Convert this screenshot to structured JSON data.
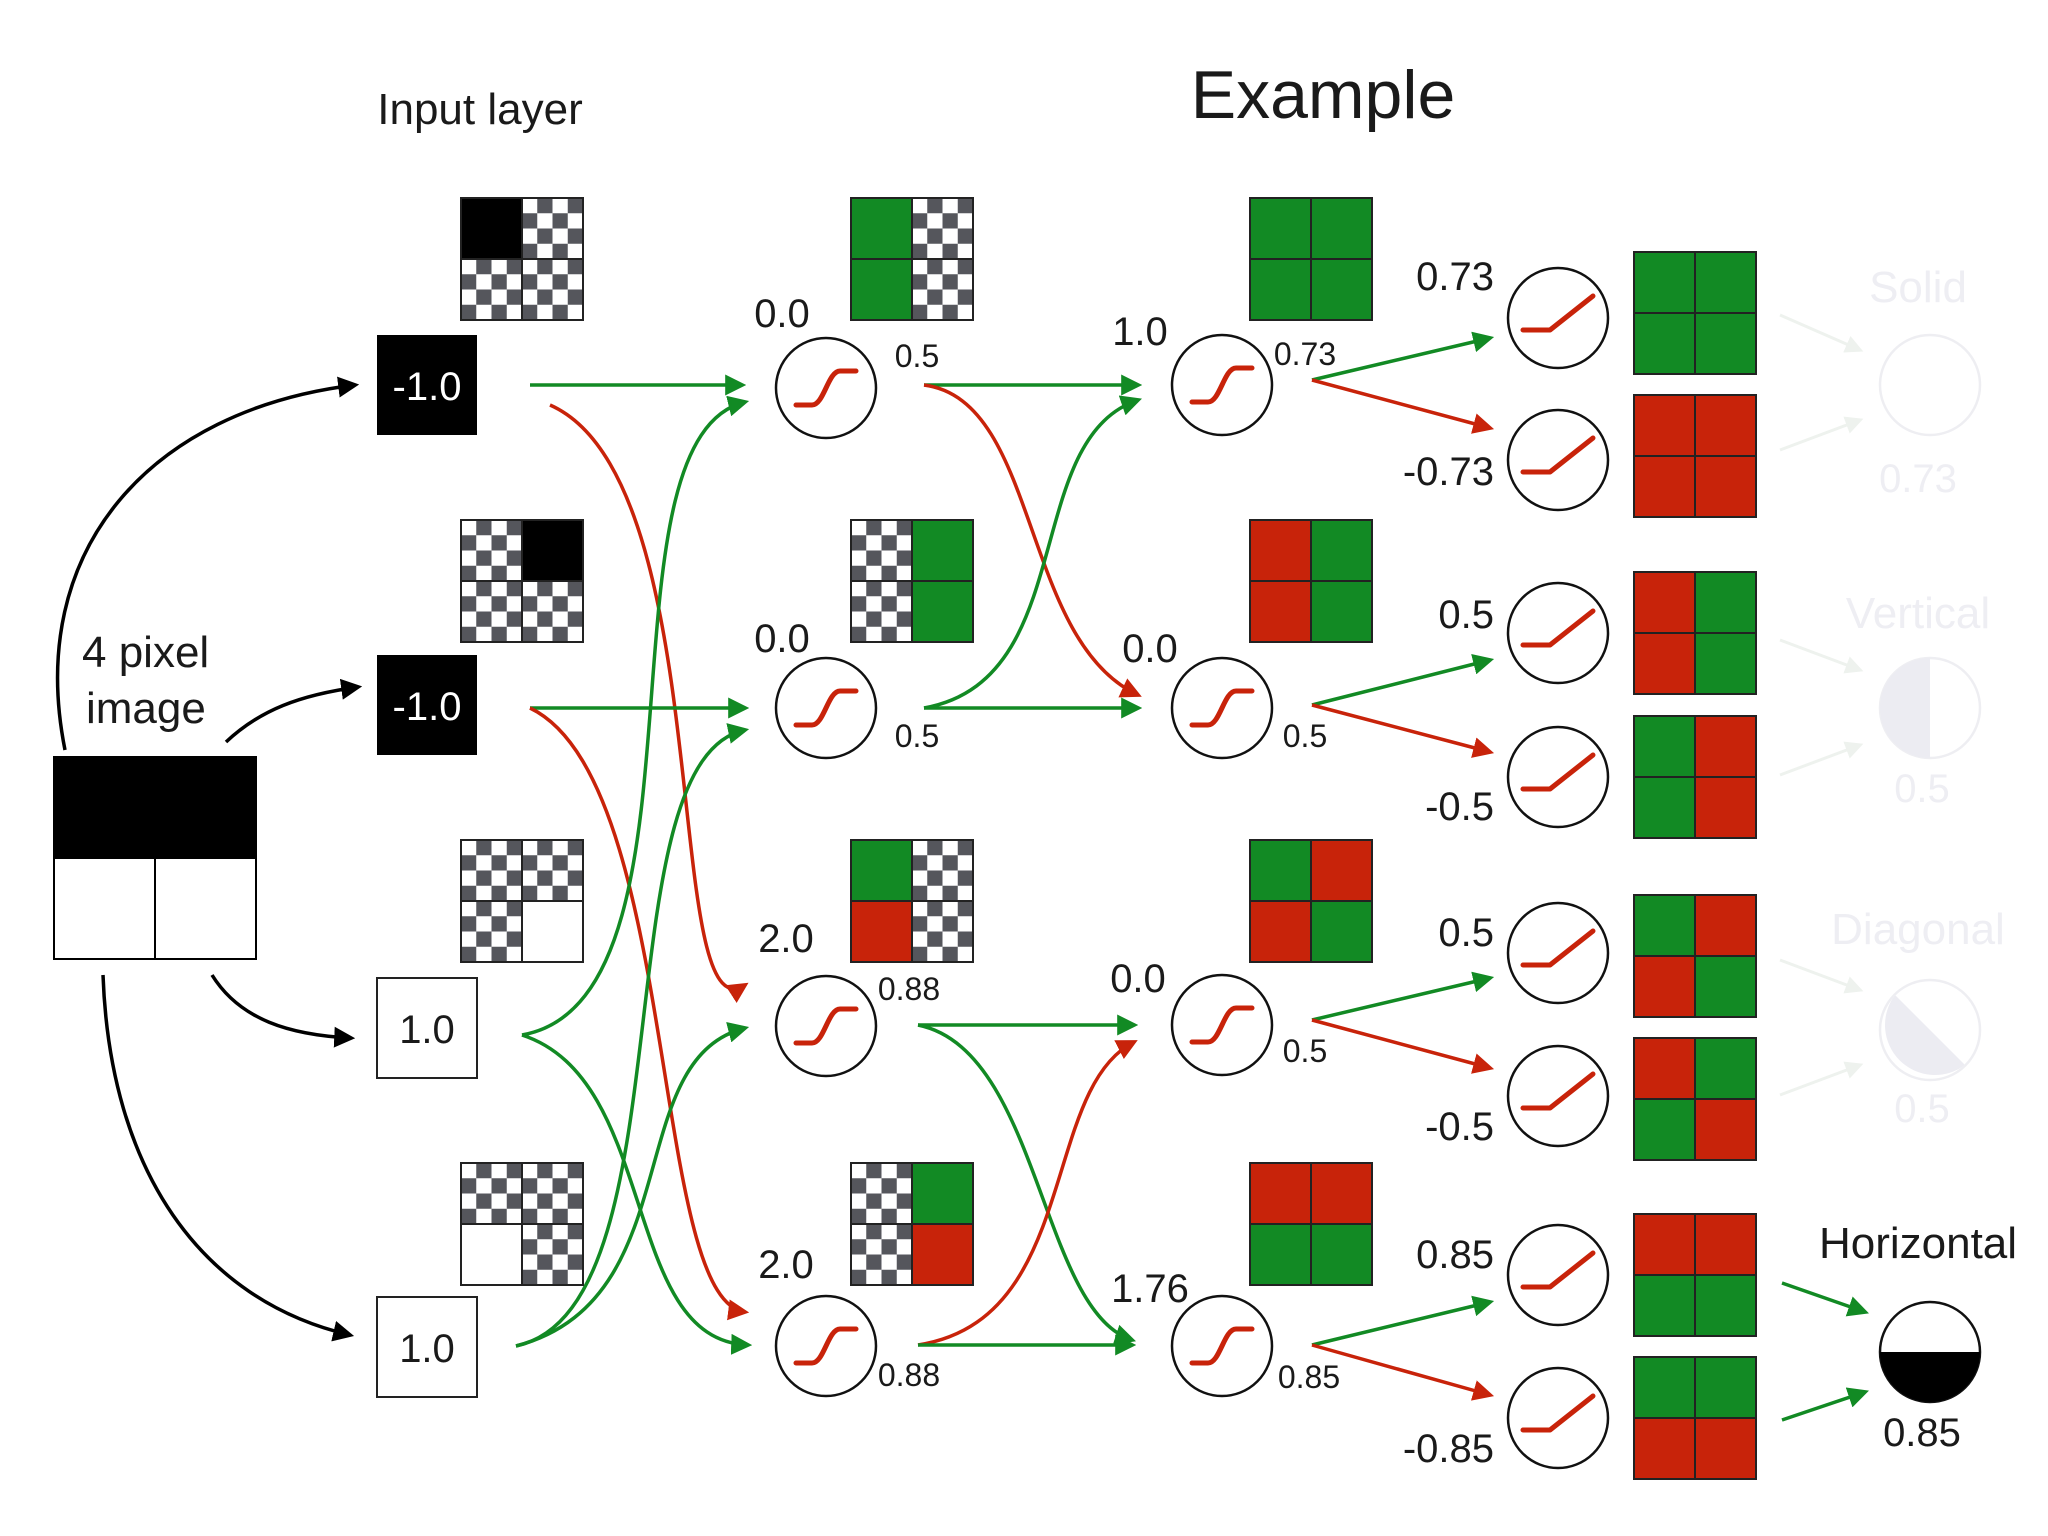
{
  "title": "Example",
  "input_layer_label": "Input layer",
  "image_label": {
    "line1": "4 pixel",
    "line2": "image"
  },
  "colors": {
    "green": "#128a24",
    "red": "#c8230a",
    "black": "#000000",
    "checker_dark": "#55565c",
    "faint": "#f2f2f7"
  },
  "input_nodes": [
    "-1.0",
    "-1.0",
    "1.0",
    "1.0"
  ],
  "layer1": {
    "inputs": [
      "0.0",
      "0.0",
      "2.0",
      "2.0"
    ],
    "outputs": [
      "0.5",
      "0.5",
      "0.88",
      "0.88"
    ]
  },
  "layer2": {
    "inputs": [
      "1.0",
      "0.0",
      "0.0",
      "1.76"
    ],
    "outputs": [
      "0.73",
      "0.5",
      "0.5",
      "0.85"
    ]
  },
  "layer3_values": [
    "0.73",
    "-0.73",
    "0.5",
    "-0.5",
    "0.5",
    "-0.5",
    "0.85",
    "-0.85"
  ],
  "outputs": [
    {
      "label": "Solid",
      "value": "0.73"
    },
    {
      "label": "Vertical",
      "value": "0.5"
    },
    {
      "label": "Diagonal",
      "value": "0.5"
    },
    {
      "label": "Horizontal",
      "value": "0.85"
    }
  ]
}
